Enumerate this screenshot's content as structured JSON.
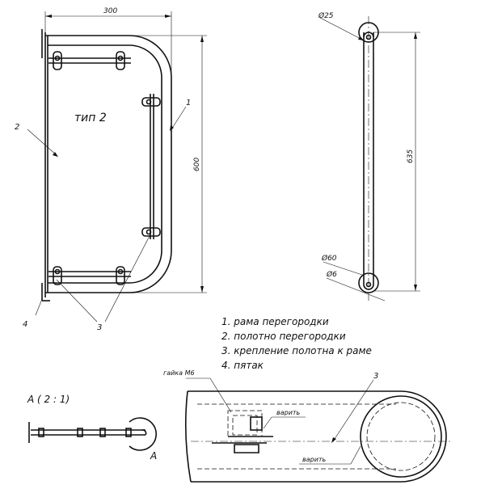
{
  "title": "тип 2",
  "dimensions": {
    "width": "300",
    "height": "600",
    "rail_length": "635",
    "d25": "Ø25",
    "d60": "Ø60",
    "d6": "Ø6"
  },
  "callouts": {
    "c1": "1",
    "c2": "2",
    "c3": "3",
    "c4": "4",
    "c3_detail": "3"
  },
  "legend": [
    "1. рама перегородки",
    "2. полотно перегородки",
    "3. крепление полотна к раме",
    "4. пятак"
  ],
  "detail": {
    "view_label": "А ( 2 : 1)",
    "marker": "А",
    "nut_label": "гайка М6",
    "weld_label_1": "варить",
    "weld_label_2": "варить"
  }
}
